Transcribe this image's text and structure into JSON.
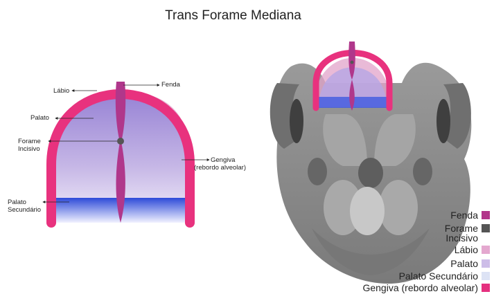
{
  "title": "Trans Forame Mediana",
  "left_diagram": {
    "labels": {
      "labio": "Lábio",
      "fenda": "Fenda",
      "palato": "Palato",
      "forame_line1": "Forame",
      "forame_line2": "Incisivo",
      "gengiva_line1": "Gengiva",
      "gengiva_line2": "(rebordo alveolar)",
      "palato_sec_line1": "Palato",
      "palato_sec_line2": "Secundário"
    }
  },
  "legend": {
    "items": [
      {
        "label": "Fenda",
        "color": "#b2348a"
      },
      {
        "label_line1": "Forame",
        "label_line2": "Incisivo",
        "color": "#555555"
      },
      {
        "label": "Lábio",
        "color": "#e4a8cf"
      },
      {
        "label": "Palato",
        "color": "#cdbde8"
      },
      {
        "label": "Palato Secundário",
        "color": "#dde3f5"
      },
      {
        "label": "Gengiva (rebordo alveolar)",
        "color": "#e5317f"
      }
    ]
  },
  "colors": {
    "gengiva": "#e8327e",
    "labio": "#e6b3d3",
    "fenda": "#b0378b",
    "palato_top": "#9a86d6",
    "palato_bottom": "#f3effa",
    "palato_secundario": "#2f4fd6",
    "skull": "#8b8b8b"
  }
}
